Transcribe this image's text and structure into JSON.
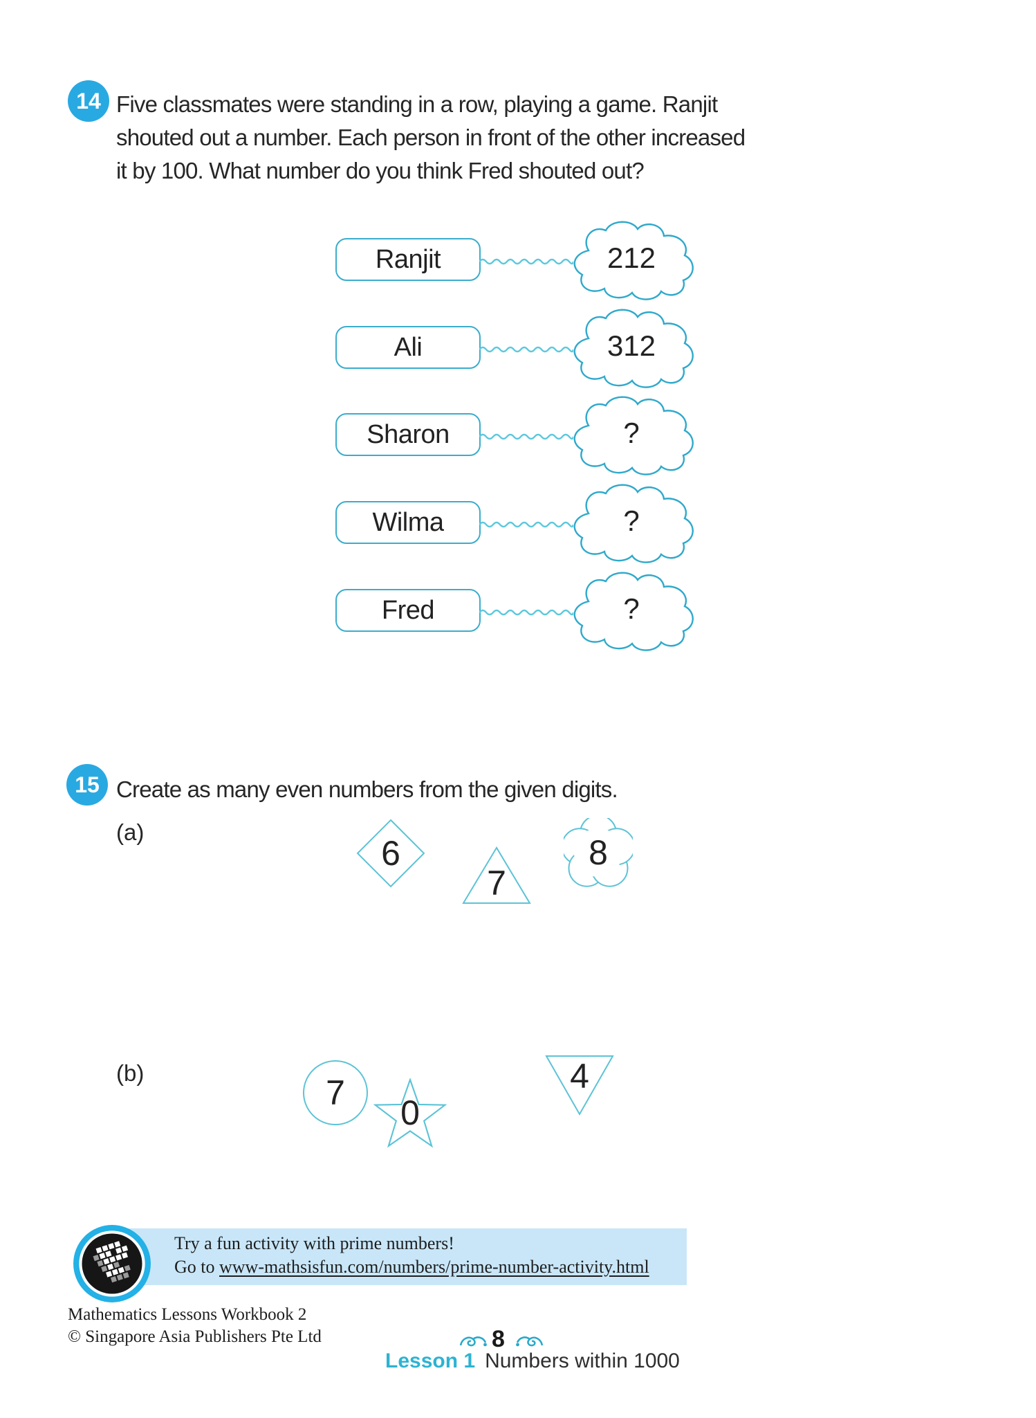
{
  "colors": {
    "badge_blue": "#29a9e1",
    "box_cloud_cyan": "#2fa9cb",
    "small_shape_cyan": "#5cc3d6",
    "wavy_cyan": "#5cc8dd",
    "footer_bar_blue": "#c8e6f8",
    "lesson_teal": "#2db3d2",
    "icon_ring_blue": "#23b1e6",
    "text_dark": "#262626"
  },
  "question14": {
    "number": "14",
    "lines": [
      "Five classmates were standing in a row, playing a game. Ranjit",
      "shouted out a number. Each person in front of the other increased",
      "it by 100. What number do you think Fred shouted out?"
    ],
    "rows": [
      {
        "name": "Ranjit",
        "value": "212"
      },
      {
        "name": "Ali",
        "value": "312"
      },
      {
        "name": "Sharon",
        "value": "?"
      },
      {
        "name": "Wilma",
        "value": "?"
      },
      {
        "name": "Fred",
        "value": "?"
      }
    ]
  },
  "question15": {
    "number": "15",
    "text": "Create as many even numbers from the given digits.",
    "parts": [
      {
        "label": "(a)",
        "shapes": [
          {
            "shape": "diamond",
            "digit": "6"
          },
          {
            "shape": "triangle",
            "digit": "7"
          },
          {
            "shape": "flower",
            "digit": "8"
          }
        ]
      },
      {
        "label": "(b)",
        "shapes": [
          {
            "shape": "circle",
            "digit": "7"
          },
          {
            "shape": "star",
            "digit": "0"
          },
          {
            "shape": "inverted-triangle",
            "digit": "4"
          }
        ]
      }
    ]
  },
  "activity_note": {
    "icon": "mathsisfun-pixel-icon",
    "line1": "Try a fun activity with prime numbers!",
    "line2_prefix": "Go to ",
    "line2_link": "www-mathsisfun.com/numbers/prime-number-activity.html"
  },
  "footer": {
    "book_title": "Mathematics Lessons Workbook 2",
    "copyright": "© Singapore Asia Publishers Pte Ltd",
    "page_number": "8",
    "lesson_label": "Lesson 1",
    "lesson_title": "Numbers within 1000"
  }
}
